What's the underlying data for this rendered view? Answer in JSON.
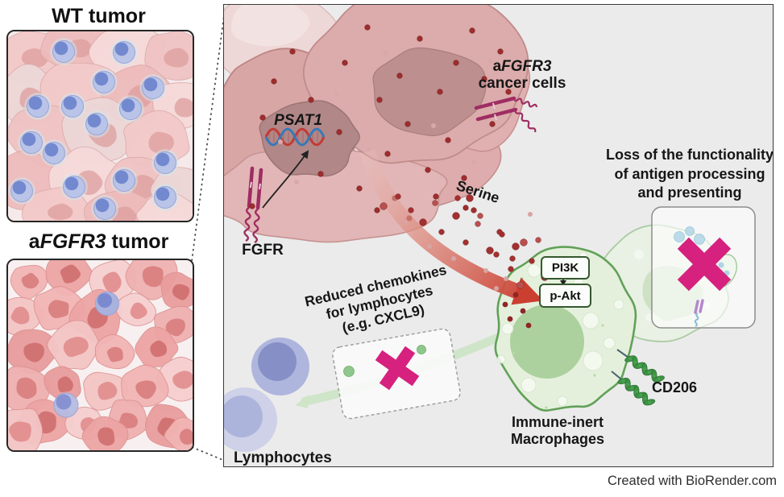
{
  "left_column": {
    "wt_title": "WT tumor",
    "afgfr3_title": {
      "prefix": "a",
      "gene": "FGFR3",
      "suffix": " tumor"
    }
  },
  "main": {
    "psat1": "PSAT1",
    "fgfr": "FGFR",
    "cancer_cells": {
      "prefix": "a",
      "gene": "FGFR3",
      "line2": "cancer cells"
    },
    "serine": "Serine",
    "loss": {
      "line1": "Loss of the functionality",
      "line2": "of antigen processing",
      "line3": "and presenting"
    },
    "pi3k": "PI3K",
    "pakt": "p-Akt",
    "cd206": "CD206",
    "immune": {
      "line1": "Immune-inert",
      "line2": "Macrophages"
    },
    "chemokines": {
      "line1": "Reduced chemokines",
      "line2": "for lymphocytes",
      "line3": "(e.g. CXCL9)"
    },
    "lymphocytes": "Lymphocytes"
  },
  "credit": "Created with BioRender.com",
  "colors": {
    "cancer_pink": "#dcabab",
    "cancer_light": "#eed7d7",
    "nucleus_mauve": "#b18787",
    "serine_red": "#9e2e2e",
    "receptor_magenta": "#9e2d62",
    "arrow_red": "#cb3f31",
    "macrophage_fill": "#e4f0dc",
    "macrophage_stroke": "#62a158",
    "macrophage_nucleus": "#a9cf9b",
    "lymphocyte_blue": "#aeb6dd",
    "lymphocyte_nucleus": "#8690c6",
    "cross_magenta": "#d6217e",
    "chemokine_green": "#cde5c7",
    "glycan_green": "#3e9345",
    "panel_bg": "#ebebeb"
  }
}
